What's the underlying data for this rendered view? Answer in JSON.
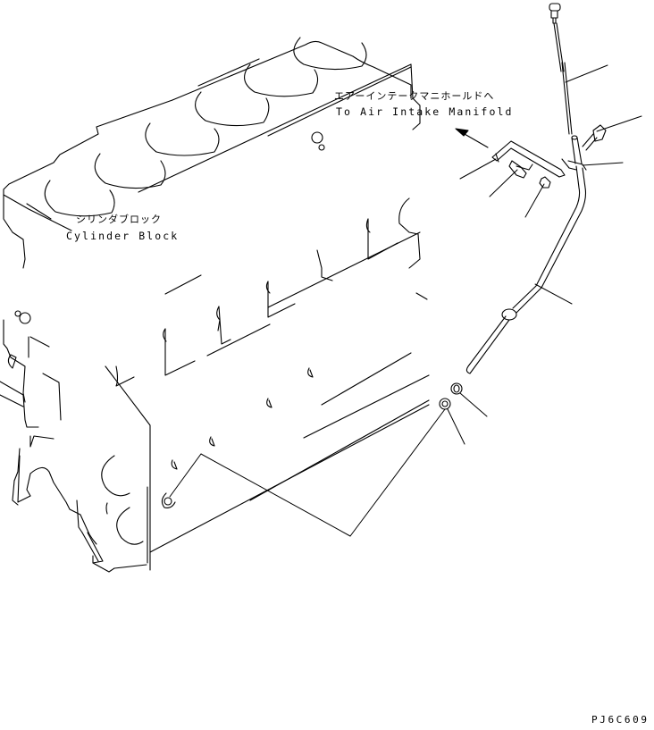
{
  "diagram": {
    "type": "exploded-parts-illustration",
    "subject": "Engine oil level gauge (dipstick) and guide tube mounting to cylinder block",
    "labels": {
      "intake_manifold_jp": "エアーインテークマニホールドへ",
      "intake_manifold_en": "To Air Intake Manifold",
      "cylinder_block_jp": "シリンダブロック",
      "cylinder_block_en": "Cylinder Block",
      "drawing_code": "PJ6C609"
    },
    "parts": [
      {
        "id": "dipstick",
        "description": "Oil level gauge (dipstick)",
        "leader": "top-right"
      },
      {
        "id": "bolt-upper",
        "description": "Flange bolt at guide tube bracket",
        "leader": "right"
      },
      {
        "id": "guide-clip",
        "description": "Clip / bracket on guide tube",
        "leader": "right"
      },
      {
        "id": "bracket",
        "description": "Bracket toward air intake manifold",
        "leader": "left"
      },
      {
        "id": "bolt-bracket",
        "description": "Bolt",
        "leader": "left"
      },
      {
        "id": "nut-bracket",
        "description": "Nut",
        "leader": "left"
      },
      {
        "id": "guide-tube",
        "description": "Oil level gauge guide tube",
        "leader": "right"
      },
      {
        "id": "o-ring",
        "description": "O-ring",
        "leader": "right"
      },
      {
        "id": "plug",
        "description": "Plug / adapter into cylinder block",
        "leader": "bottom"
      }
    ],
    "colors": {
      "line": "#000000",
      "background": "#ffffff"
    }
  }
}
